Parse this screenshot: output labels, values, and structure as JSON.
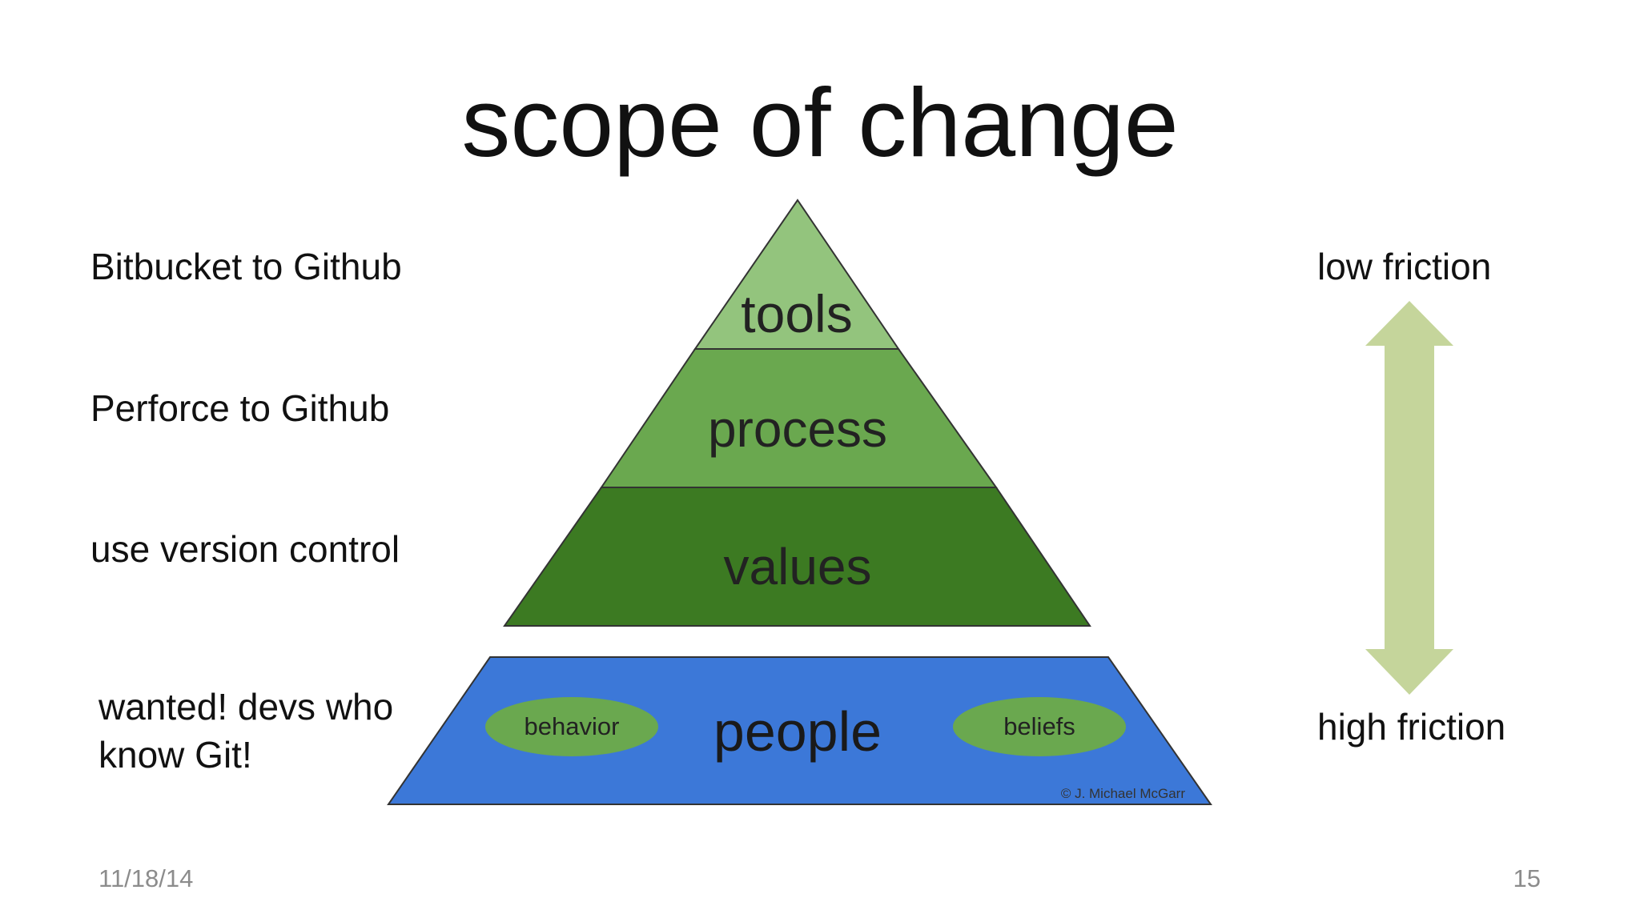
{
  "slide": {
    "title": "scope of change",
    "footer_date": "11/18/14",
    "footer_page": "15"
  },
  "left_labels": {
    "tools_example": "Bitbucket to Github",
    "process_example": "Perforce to Github",
    "values_example": "use version control",
    "people_example_line1": "wanted! devs who",
    "people_example_line2": "know Git!"
  },
  "pyramid": {
    "layers": [
      "tools",
      "process",
      "values",
      "people"
    ],
    "people_ovals": [
      "behavior",
      "beliefs"
    ],
    "credit": "© J. Michael McGarr",
    "colors": {
      "tools": "#93c47d",
      "process": "#6aa84f",
      "values": "#3c7a22",
      "people": "#3c78d8",
      "oval": "#6aa84f",
      "outline": "#333333"
    }
  },
  "friction": {
    "top_label": "low friction",
    "bottom_label": "high friction",
    "arrow_color": "#c5d59b"
  }
}
